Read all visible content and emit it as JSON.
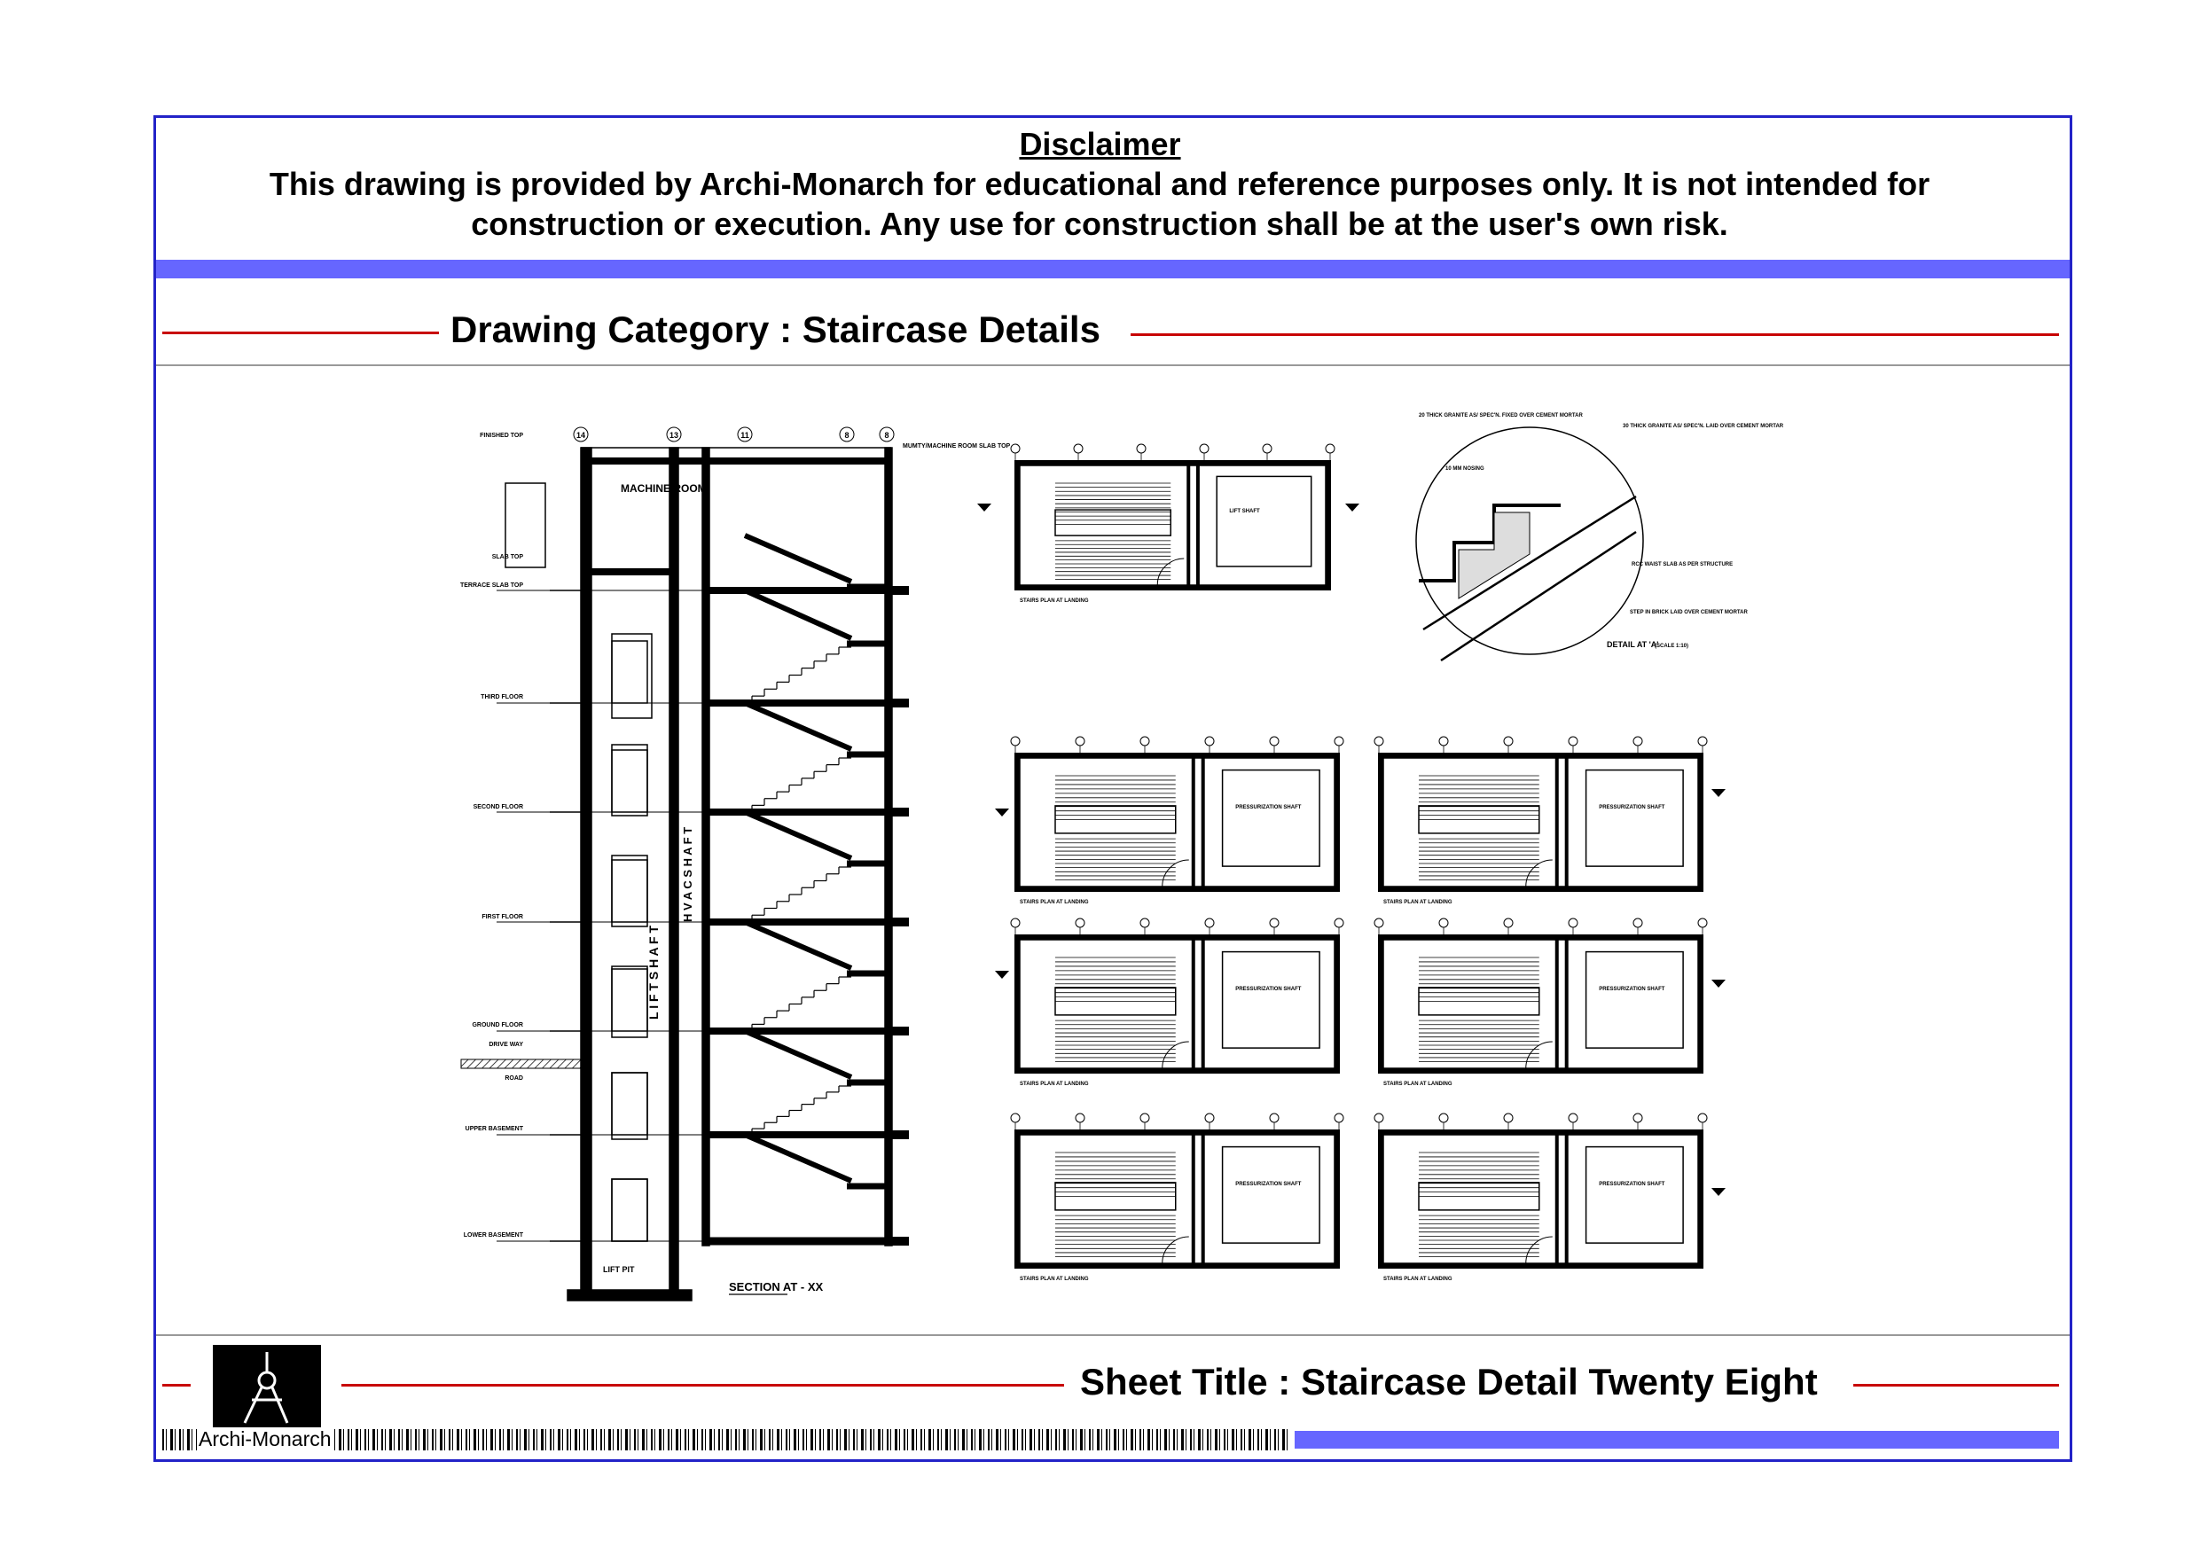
{
  "disclaimer": {
    "title": "Disclaimer",
    "text": "This drawing is provided by Archi-Monarch for educational and reference purposes only. It is not intended for construction or execution. Any use for construction shall be at the user's own risk."
  },
  "category": {
    "label": "Drawing Category : Staircase Details"
  },
  "sheet": {
    "label": "Sheet Title : Staircase Detail Twenty Eight"
  },
  "brand": {
    "name": "Archi-Monarch"
  },
  "colors": {
    "frame": "#2323c8",
    "band": "#6666ff",
    "rule": "#c80000"
  },
  "section": {
    "title": "SECTION AT - XX",
    "machine_room": "MACHINE ROOM",
    "lift_shaft": "L I F T   S H A F T",
    "hvac_shaft": "H V A C   S H A F T",
    "lift_pit": "LIFT PIT",
    "grid_refs": [
      "14",
      "13",
      "11",
      "8",
      "8"
    ],
    "levels": [
      "FINISHED TOP",
      "SLAB TOP",
      "TERRACE SLAB TOP",
      "THIRD FLOOR",
      "SECOND FLOOR",
      "FIRST FLOOR",
      "GROUND FLOOR",
      "DRIVE WAY",
      "ROAD",
      "UPPER BASEMENT",
      "LOWER BASEMENT"
    ],
    "top_note": "MUMTY/MACHINE ROOM SLAB TOP"
  },
  "detail": {
    "title": "DETAIL AT 'A'",
    "scale": "(SCALE 1:10)",
    "notes": [
      "20 THICK GRANITE AS/ SPEC'N. FIXED OVER CEMENT MORTAR",
      "10 MM NOSING",
      "30 THICK GRANITE AS/ SPEC'N. LAID OVER CEMENT MORTAR",
      "RCC WAIST SLAB AS PER STRUCTURE",
      "STEP IN BRICK LAID OVER CEMENT MORTAR"
    ]
  },
  "plans": {
    "labels": [
      "STAIRS PLAN AT LANDING",
      "LIFT SHAFT",
      "PRESSURIZATION SHAFT"
    ]
  }
}
